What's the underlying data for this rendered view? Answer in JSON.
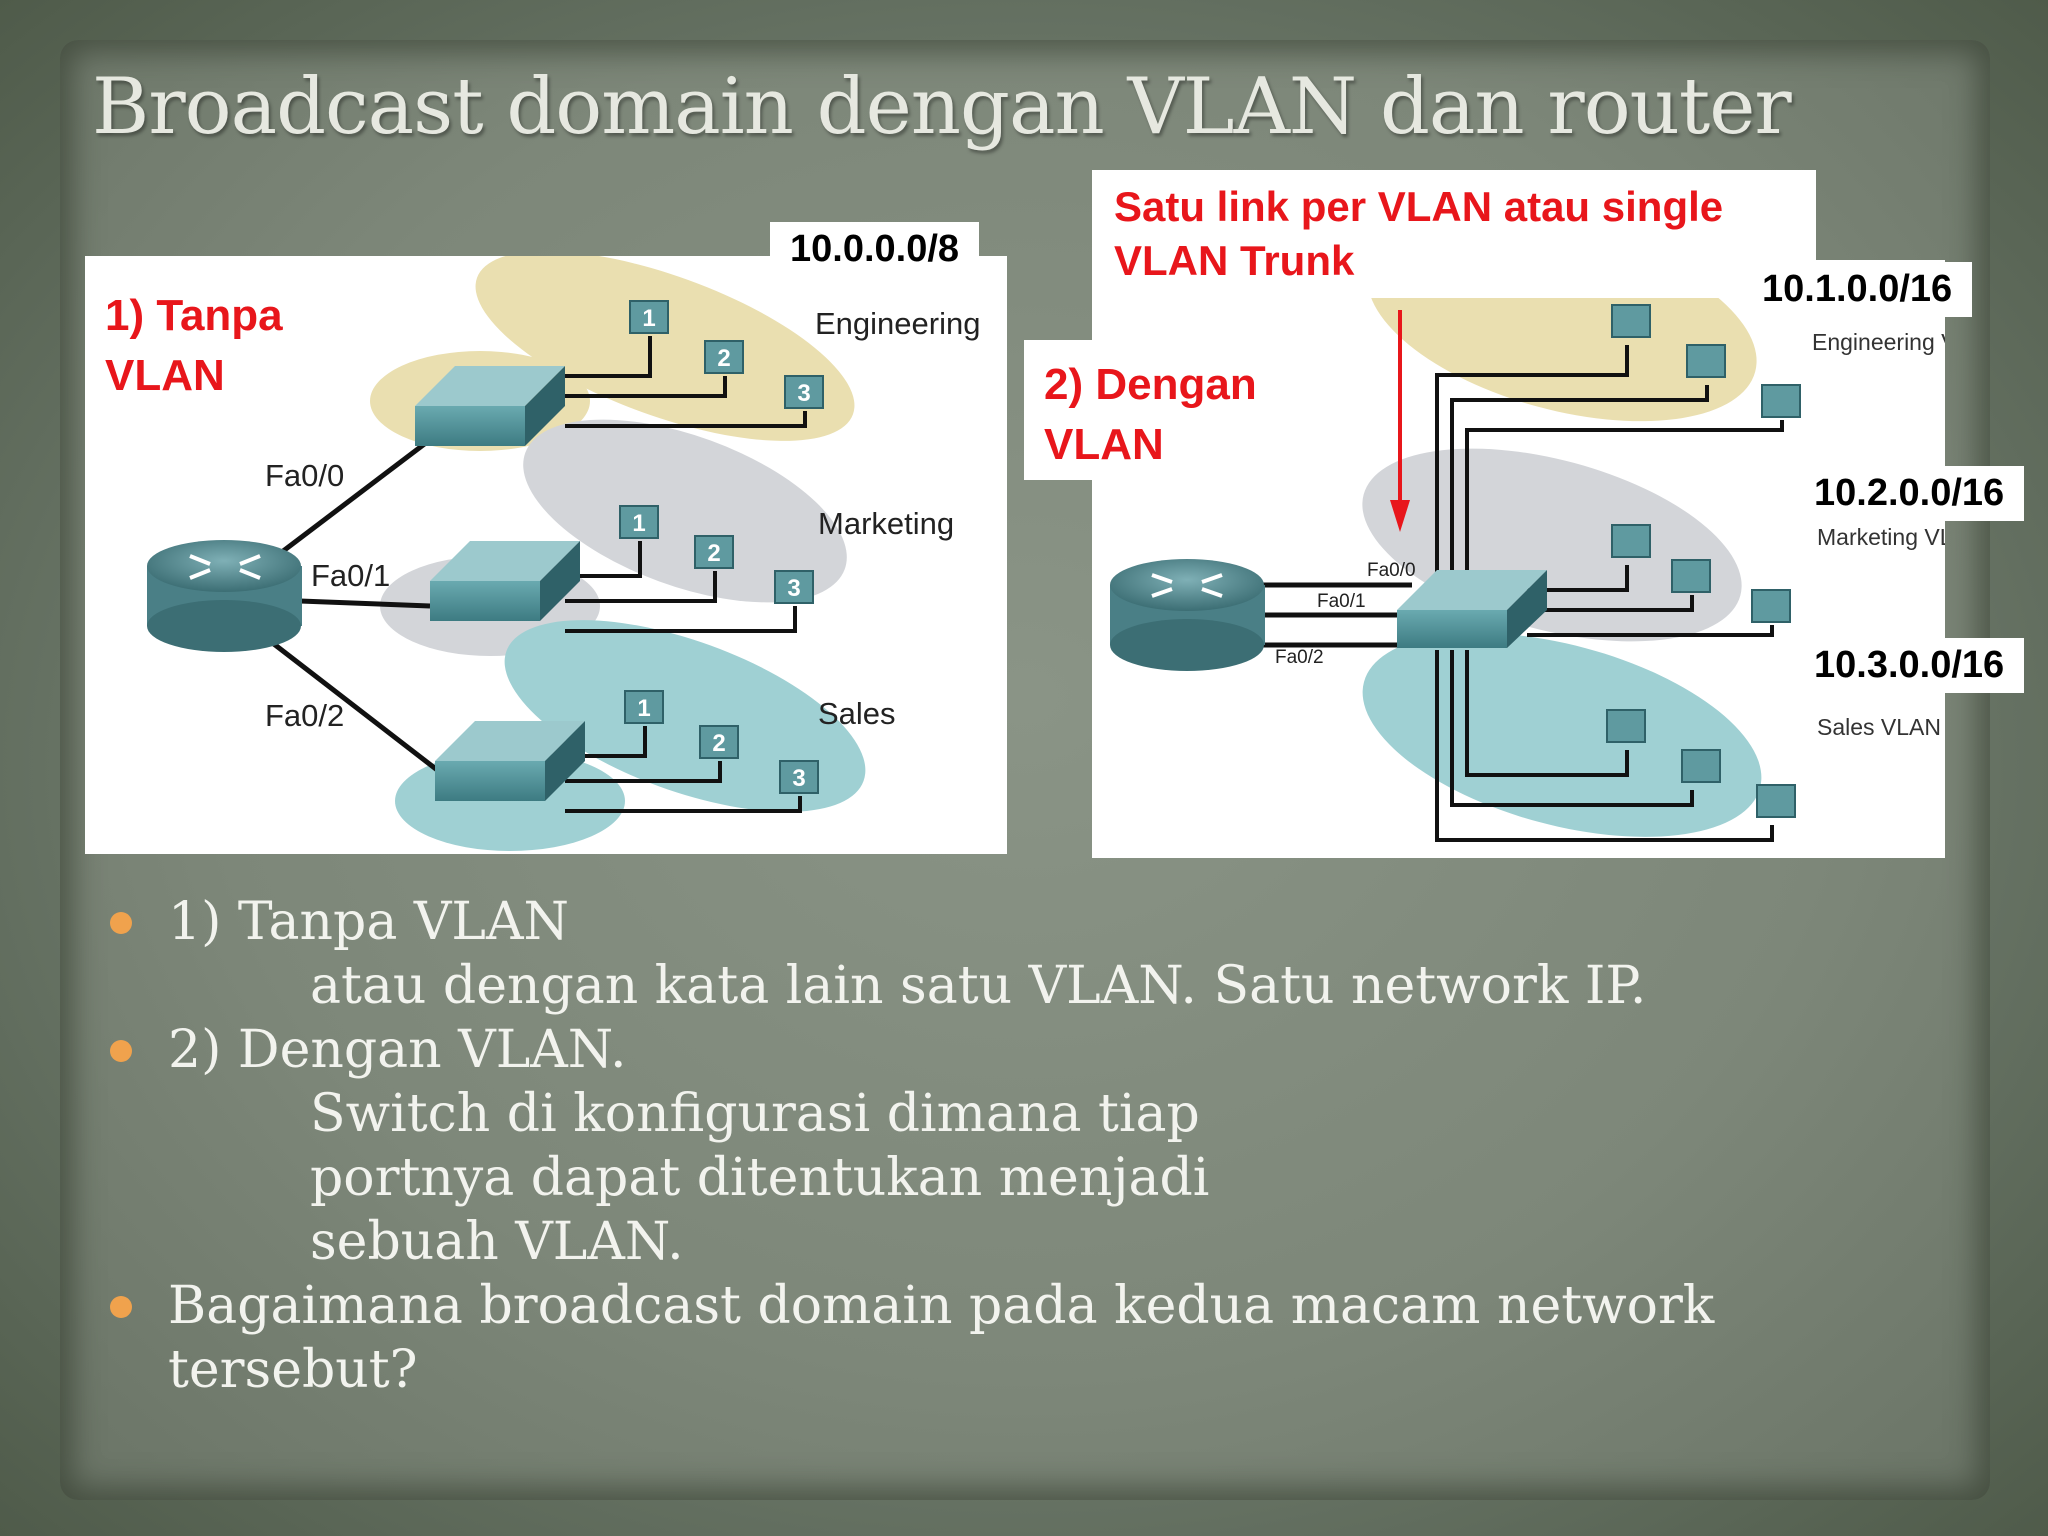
{
  "title": "Broadcast domain dengan VLAN dan router",
  "left_diagram": {
    "label": "1) Tanpa VLAN",
    "network": "10.0.0.0/8",
    "groups": [
      "Engineering",
      "Marketing",
      "Sales"
    ],
    "ports": [
      "Fa0/0",
      "Fa0/1",
      "Fa0/2"
    ],
    "pc_numbers": [
      "1",
      "2",
      "3"
    ]
  },
  "right_diagram": {
    "caption": "Satu link per VLAN atau  single VLAN Trunk",
    "label": "2) Dengan VLAN",
    "networks": [
      "10.1.0.0/16",
      "10.2.0.0/16",
      "10.3.0.0/16"
    ],
    "groups": [
      "Engineering VLAN",
      "Marketing VLAN",
      "Sales VLAN"
    ],
    "ports": [
      "Fa0/0",
      "Fa0/1",
      "Fa0/2"
    ]
  },
  "bullets": [
    {
      "text": "1) Tanpa VLAN",
      "sub": "atau dengan kata lain satu VLAN.  Satu network IP."
    },
    {
      "text": "2) Dengan VLAN.",
      "sub": "Switch di konfigurasi dimana tiap portnya dapat ditentukan menjadi sebuah VLAN."
    },
    {
      "text": "Bagaimana broadcast domain pada kedua  macam network tersebut?",
      "sub": ""
    }
  ],
  "colors": {
    "accent_red": "#e8161b",
    "bullet": "#f0a24d",
    "switch": "#4f8f96",
    "engineering": "#eadfb0",
    "marketing": "#d3d5d9",
    "sales": "#9fd0d3"
  }
}
